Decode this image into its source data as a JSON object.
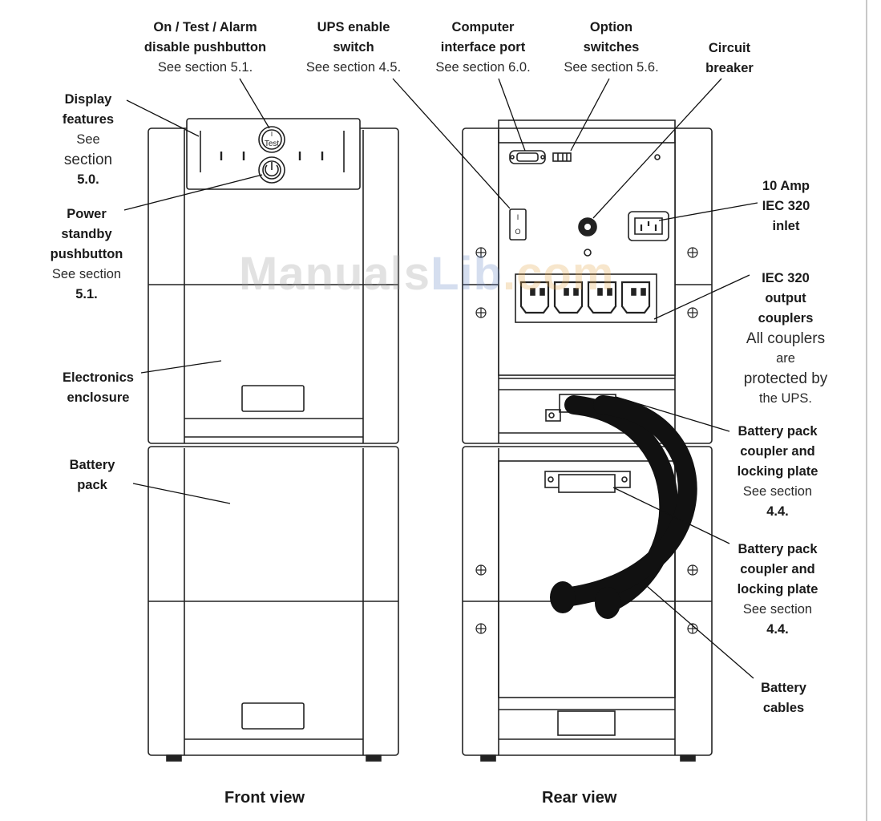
{
  "watermark": {
    "part1": "Manuals",
    "part2": "Lib",
    "part3": ".com"
  },
  "labels": {
    "on_test_alarm": {
      "title_line1": "On / Test / Alarm",
      "title_line2": "disable pushbutton",
      "ref": "See section 5.1."
    },
    "ups_enable": {
      "title_line1": "UPS enable",
      "title_line2": "switch",
      "ref": "See section 4.5."
    },
    "computer_port": {
      "title_line1": "Computer",
      "title_line2": "interface port",
      "ref": "See section 6.0."
    },
    "option_switches": {
      "title_line1": "Option",
      "title_line2": "switches",
      "ref": "See section 5.6."
    },
    "circuit_breaker": {
      "title_line1": "Circuit",
      "title_line2": "breaker"
    },
    "display_features": {
      "title_line1": "Display",
      "title_line2": "features",
      "ref_line1": "See",
      "ref_line2": "section",
      "ref_line3": "5.0."
    },
    "power_standby": {
      "title_line1": "Power",
      "title_line2": "standby",
      "title_line3": "pushbutton",
      "ref_line1": "See section",
      "ref_line2": "5.1."
    },
    "electronics": {
      "title_line1": "Electronics",
      "title_line2": "enclosure"
    },
    "battery_pack": {
      "title_line1": "Battery",
      "title_line2": "pack"
    },
    "inlet": {
      "title_line1": "10 Amp",
      "title_line2": "IEC 320",
      "title_line3": "inlet"
    },
    "output_couplers": {
      "title_line1": "IEC 320",
      "title_line2": "output",
      "title_line3": "couplers",
      "note_line1": "All couplers",
      "note_line2": "are",
      "note_line3": "protected by",
      "note_line4": "the UPS."
    },
    "coupler_plate_1": {
      "title_line1": "Battery pack",
      "title_line2": "coupler and",
      "title_line3": "locking plate",
      "ref_line1": "See section",
      "ref_line2": "4.4."
    },
    "coupler_plate_2": {
      "title_line1": "Battery pack",
      "title_line2": "coupler and",
      "title_line3": "locking plate",
      "ref_line1": "See section",
      "ref_line2": "4.4."
    },
    "battery_cables": {
      "title_line1": "Battery",
      "title_line2": "cables"
    }
  },
  "device_marks": {
    "test_button_text": "Test",
    "test_button_mark": "I",
    "switch_top": "I",
    "switch_bottom": "O"
  },
  "views": {
    "front": "Front view",
    "rear": "Rear view"
  }
}
